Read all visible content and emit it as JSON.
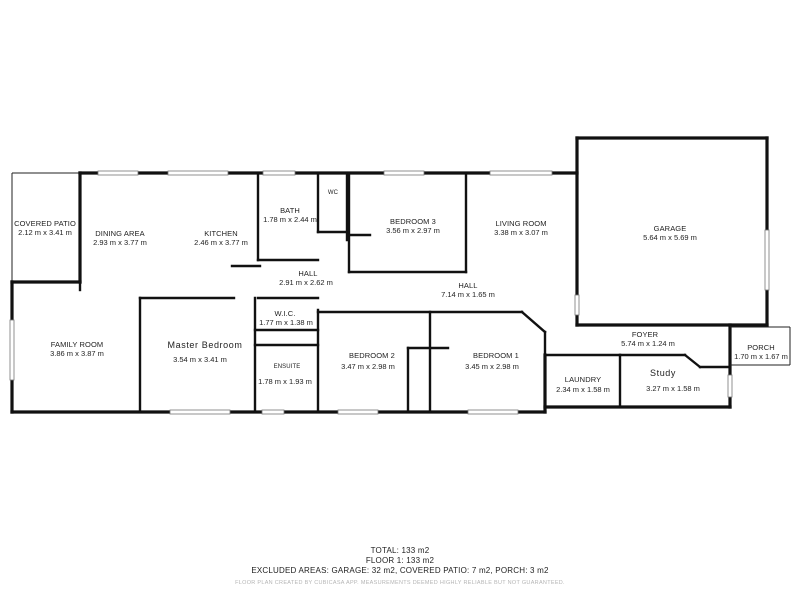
{
  "rooms": {
    "covered_patio": {
      "name": "COVERED PATIO",
      "dims": "2.12 m x 3.41 m"
    },
    "dining_area": {
      "name": "DINING AREA",
      "dims": "2.93 m x 3.77 m"
    },
    "kitchen": {
      "name": "KITCHEN",
      "dims": "2.46 m x 3.77 m"
    },
    "bath": {
      "name": "BATH",
      "dims": "1.78 m x 2.44 m"
    },
    "wc": {
      "name": "WC"
    },
    "bedroom3": {
      "name": "BEDROOM 3",
      "dims": "3.56 m x 2.97 m"
    },
    "living_room": {
      "name": "LIVING ROOM",
      "dims": "3.38 m x 3.07 m"
    },
    "garage": {
      "name": "GARAGE",
      "dims": "5.64 m x 5.69 m"
    },
    "hall_small": {
      "name": "HALL",
      "dims": "2.91 m x 2.62 m"
    },
    "hall_main": {
      "name": "HALL",
      "dims": "7.14 m x 1.65 m"
    },
    "family_room": {
      "name": "FAMILY ROOM",
      "dims": "3.86 m x 3.87 m"
    },
    "master_bedroom": {
      "name": "Master Bedroom",
      "dims": "3.54 m x 3.41 m"
    },
    "wic": {
      "name": "W.I.C.",
      "dims": "1.77 m x 1.38 m"
    },
    "ensuite": {
      "name": "ENSUITE",
      "dims": "1.78 m x 1.93 m"
    },
    "bedroom2": {
      "name": "BEDROOM 2",
      "dims": "3.47 m x 2.98 m"
    },
    "bedroom1": {
      "name": "BEDROOM 1",
      "dims": "3.45 m x 2.98 m"
    },
    "foyer": {
      "name": "FOYER",
      "dims": "5.74 m x 1.24 m"
    },
    "porch": {
      "name": "PORCH",
      "dims": "1.70 m x 1.67 m"
    },
    "laundry": {
      "name": "LAUNDRY",
      "dims": "2.34 m x 1.58 m"
    },
    "study": {
      "name": "Study",
      "dims": "3.27 m x 1.58 m"
    }
  },
  "summary": {
    "total": "TOTAL: 133 m2",
    "floor1": "FLOOR 1: 133 m2",
    "excluded": "EXCLUDED AREAS: GARAGE: 32 m2, COVERED PATIO: 7 m2, PORCH: 3 m2"
  },
  "disclaimer": "FLOOR PLAN CREATED BY CUBICASA APP. MEASUREMENTS DEEMED HIGHLY RELIABLE BUT NOT GUARANTEED."
}
